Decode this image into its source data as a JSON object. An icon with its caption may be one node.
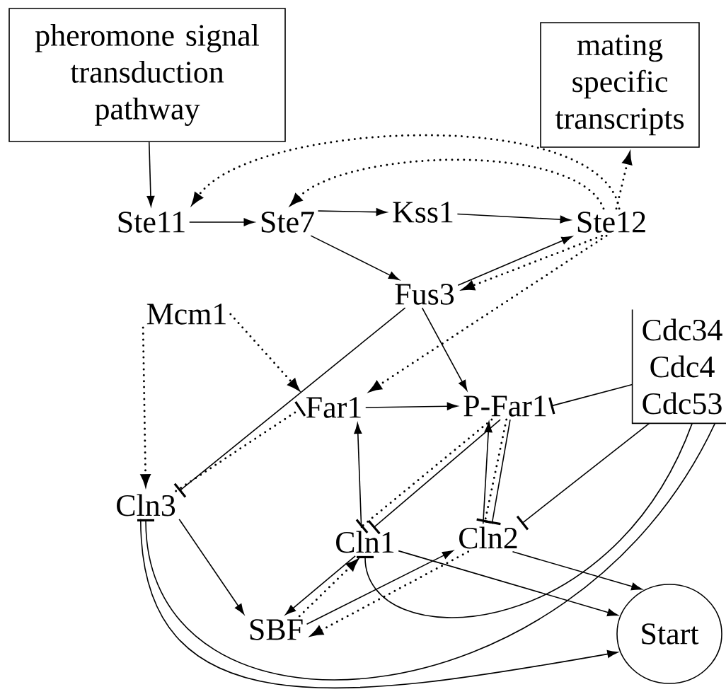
{
  "diagram": {
    "nodes": [
      {
        "text": [
          "pheromone signal transduction pathway"
        ]
      },
      {
        "text": [
          "mating specific transcripts"
        ]
      },
      {
        "text": [
          "Ste11"
        ]
      },
      {
        "text": [
          "Ste7"
        ]
      },
      {
        "text": [
          "Kss1"
        ]
      },
      {
        "text": [
          "Ste12"
        ]
      },
      {
        "text": [
          "Fus3"
        ]
      },
      {
        "text": [
          "Mcm1"
        ]
      },
      {
        "text": [
          "Far1"
        ]
      },
      {
        "text": [
          "P-Far1"
        ]
      },
      {
        "text": [
          "Cdc34 Cdc4 Cdc53"
        ]
      },
      {
        "text": [
          "Cln3"
        ]
      },
      {
        "text": [
          "Cln1"
        ]
      },
      {
        "text": [
          "Cln2"
        ]
      },
      {
        "text": [
          "SBF"
        ]
      },
      {
        "text": [
          "Start"
        ]
      }
    ],
    "edges": [
      {
        "from": 0,
        "to": 2,
        "arrow": "to"
      },
      {
        "from": 2,
        "to": 3,
        "arrow": "to"
      },
      {
        "from": 3,
        "to": 4,
        "arrow": "to"
      },
      {
        "from": 3,
        "to": 6,
        "arrow": "to"
      },
      {
        "from": 4,
        "to": 5,
        "arrow": "to"
      },
      {
        "from": 6,
        "to": 5,
        "arrow": "to"
      },
      {
        "from": 5,
        "to": 2,
        "arrow": "to",
        "style": "dashed"
      },
      {
        "from": 5,
        "to": 3,
        "arrow": "to",
        "style": "dashed"
      },
      {
        "from": 5,
        "to": 1,
        "arrow": "to",
        "style": "dashed"
      },
      {
        "from": 5,
        "to": 6,
        "arrow": "to",
        "style": "dashed"
      },
      {
        "from": 5,
        "to": 8,
        "arrow": "to",
        "style": "dashed"
      },
      {
        "from": 6,
        "to": 9,
        "arrow": "to"
      },
      {
        "from": 6,
        "to": 11,
        "arrow": "other"
      },
      {
        "from": 7,
        "to": 8,
        "arrow": "to",
        "style": "dashed"
      },
      {
        "from": 7,
        "to": 11,
        "arrow": "to",
        "style": "dashed"
      },
      {
        "from": 8,
        "to": 9,
        "arrow": "to"
      },
      {
        "from": 11,
        "to": 8,
        "arrow": "other",
        "style": "dashed"
      },
      {
        "from": 10,
        "to": 9,
        "arrow": "other"
      },
      {
        "from": 12,
        "to": 8,
        "arrow": "to"
      },
      {
        "from": 13,
        "to": 9,
        "arrow": "to"
      },
      {
        "from": 9,
        "to": 12,
        "arrow": "other",
        "style": "dashed"
      },
      {
        "from": 9,
        "to": 12,
        "arrow": "other"
      },
      {
        "from": 9,
        "to": 13,
        "arrow": "other",
        "style": "dashed"
      },
      {
        "from": 9,
        "to": 13,
        "arrow": "other"
      },
      {
        "from": 10,
        "to": 13,
        "arrow": "other"
      },
      {
        "from": 12,
        "to": 14,
        "arrow": "to"
      },
      {
        "from": 14,
        "to": 12,
        "arrow": "to",
        "style": "dashed"
      },
      {
        "from": 14,
        "to": 13,
        "arrow": "to"
      },
      {
        "from": 13,
        "to": 14,
        "arrow": "to",
        "style": "dashed"
      },
      {
        "from": 11,
        "to": 14,
        "arrow": "to"
      },
      {
        "from": 12,
        "to": 15,
        "arrow": "to"
      },
      {
        "from": 13,
        "to": 15,
        "arrow": "to"
      },
      {
        "from": 10,
        "to": 12,
        "arrow": "other"
      },
      {
        "from": 10,
        "to": 11,
        "arrow": "other"
      },
      {
        "from": 11,
        "to": 15,
        "arrow": "to"
      }
    ]
  }
}
